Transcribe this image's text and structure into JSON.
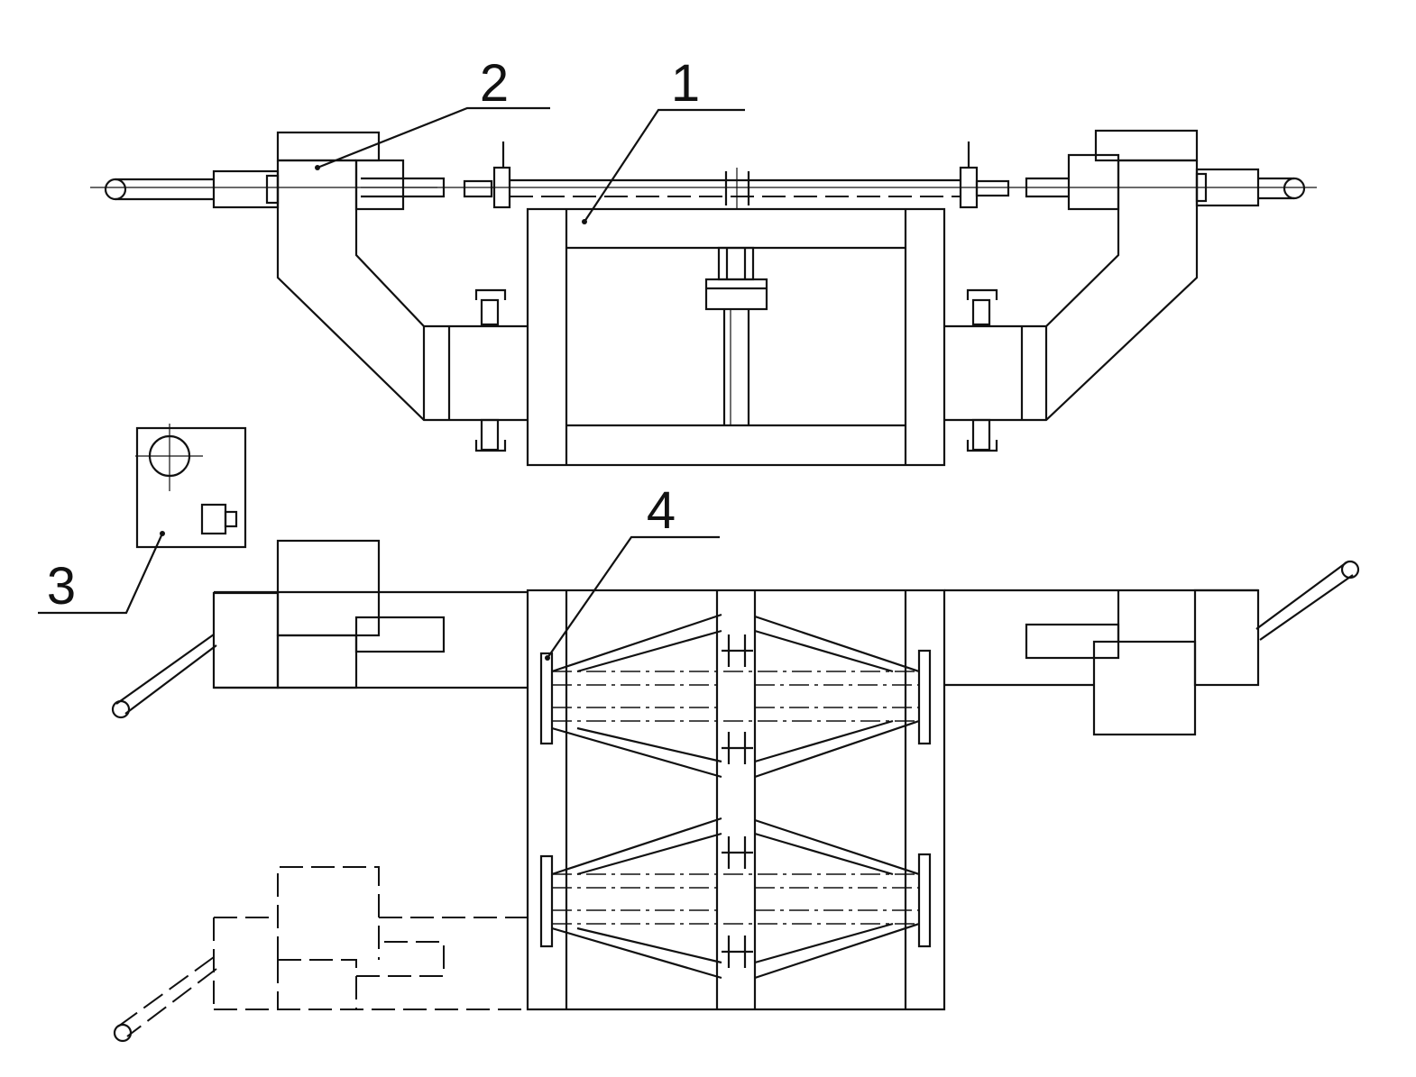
{
  "callouts": {
    "label_1": "1",
    "label_2": "2",
    "label_3": "3",
    "label_4": "4"
  }
}
